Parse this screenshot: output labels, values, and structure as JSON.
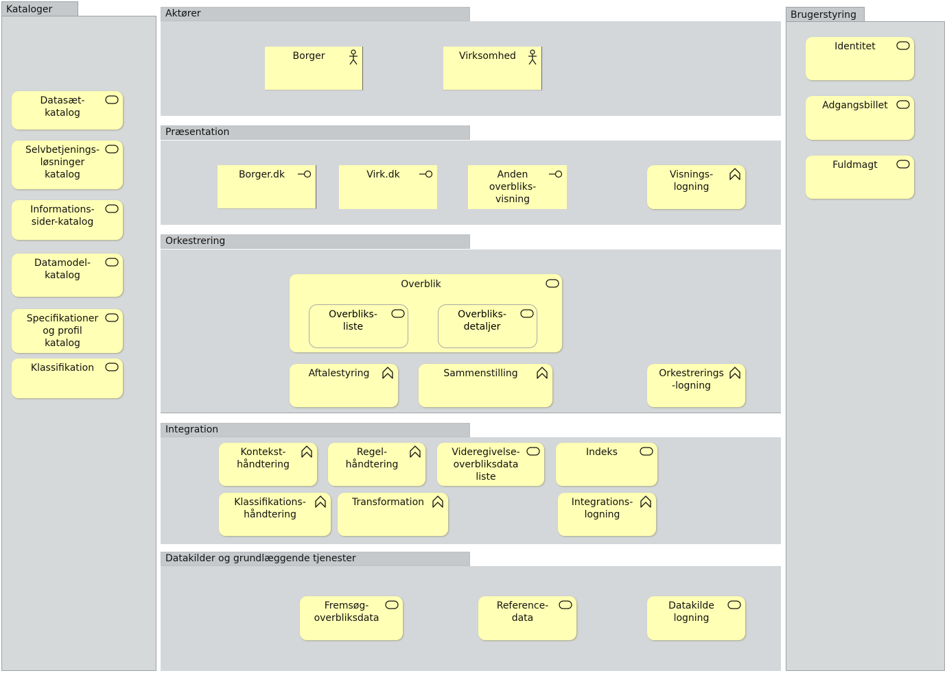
{
  "kataloger": {
    "title": "Kataloger",
    "items": [
      "Datasæt-\nkatalog",
      "Selvbetjenings-\nløsninger\nkatalog",
      "Informations-\nsider-katalog",
      "Datamodel-\nkatalog",
      "Specifikationer\nog profil\nkatalog",
      "Klassifikation"
    ]
  },
  "aktorer": {
    "title": "Aktører",
    "items": [
      "Borger",
      "Virksomhed"
    ]
  },
  "praesentation": {
    "title": "Præsentation",
    "items": [
      "Borger.dk",
      "Virk.dk",
      "Anden\noverbliks-\nvisning",
      "Visnings-\nlogning"
    ]
  },
  "orkestrering": {
    "title": "Orkestrering",
    "overblik": {
      "label": "Overblik",
      "children": [
        "Overbliks-\nliste",
        "Overbliks-\ndetaljer"
      ]
    },
    "items": [
      "Aftalestyring",
      "Sammenstilling",
      "Orkestrerings\n-logning"
    ]
  },
  "integration": {
    "title": "Integration",
    "items": [
      "Kontekst-\nhåndtering",
      "Regel-\nhåndtering",
      "Videregivelse-\noverbliksdata\nliste",
      "Indeks",
      "Klassifikations-\nhåndtering",
      "Transformation",
      "Integrations-\nlogning"
    ]
  },
  "datakilder": {
    "title": "Datakilder og grundlæggende tjenester",
    "items": [
      "Fremsøg-\noverbliksdata",
      "Reference-\ndata",
      "Datakilde\nlogning"
    ]
  },
  "brugerstyring": {
    "title": "Brugerstyring",
    "items": [
      "Identitet",
      "Adgangsbillet",
      "Fuldmagt"
    ]
  },
  "colors": {
    "element": "#ffffb5",
    "group": "#d5d9da",
    "tab": "#c6c9cb"
  }
}
